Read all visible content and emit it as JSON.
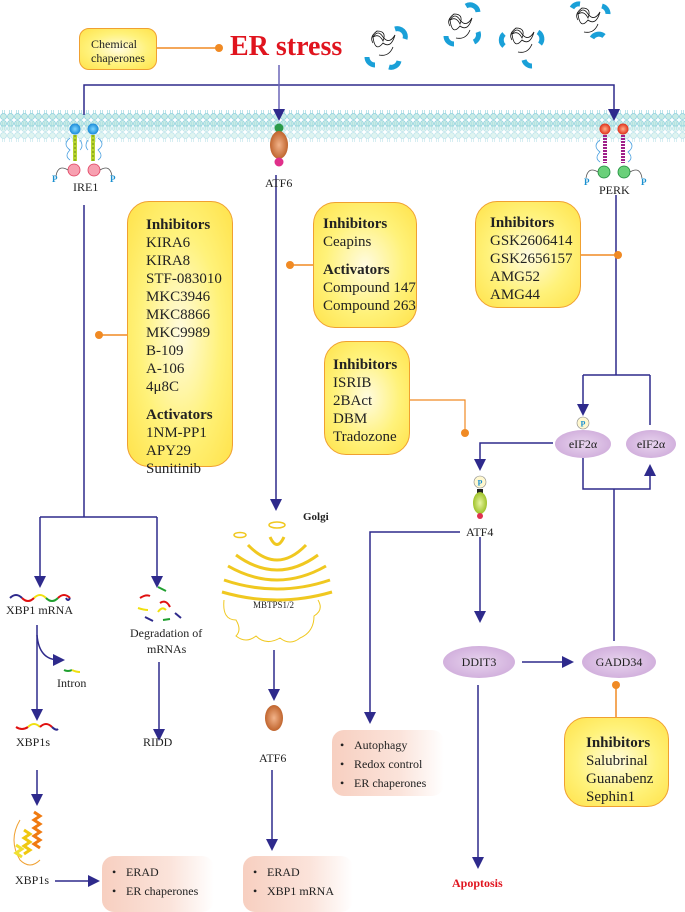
{
  "title": "ER stress",
  "chemical_chaperones": {
    "line1": "Chemical",
    "line2": "chaperones"
  },
  "receptors": {
    "ire1": "IRE1",
    "atf6": "ATF6",
    "perk": "PERK",
    "phospho": "P"
  },
  "ire1_box": {
    "inhibitors_heading": "Inhibitors",
    "inhibitors": [
      "KIRA6",
      "KIRA8",
      "STF-083010",
      "MKC3946",
      "MKC8866",
      "MKC9989",
      "B-109",
      "A-106",
      "4μ8C"
    ],
    "activators_heading": "Activators",
    "activators": [
      "1NM-PP1",
      "APY29",
      "Sunitinib"
    ]
  },
  "atf6_box": {
    "inhibitors_heading": "Inhibitors",
    "inhibitors": [
      "Ceapins"
    ],
    "activators_heading": "Activators",
    "activators": [
      "Compound 147",
      "Compound 263"
    ]
  },
  "perk_box": {
    "inhibitors_heading": "Inhibitors",
    "inhibitors": [
      "GSK2606414",
      "GSK2656157",
      "AMG52",
      "AMG44"
    ]
  },
  "isr_box": {
    "inhibitors_heading": "Inhibitors",
    "inhibitors": [
      "ISRIB",
      "2BAct",
      "DBM",
      "Tradozone"
    ]
  },
  "gadd34_box": {
    "inhibitors_heading": "Inhibitors",
    "inhibitors": [
      "Salubrinal",
      "Guanabenz",
      "Sephin1"
    ]
  },
  "nodes": {
    "eif2a_p": "eIF2α",
    "eif2a": "eIF2α",
    "atf4": "ATF4",
    "ddit3": "DDIT3",
    "gadd34": "GADD34",
    "xbp1_mrna": "XBP1 mRNA",
    "intron": "Intron",
    "xbp1s": "XBP1s",
    "xbp1s_protein": "XBP1s",
    "degradation_line1": "Degradation of",
    "degradation_line2": "mRNAs",
    "ridd": "RIDD",
    "golgi": "Golgi",
    "mbtps": "MBTPS1/2",
    "atf6_cleaved": "ATF6",
    "apoptosis": "Apoptosis"
  },
  "outcomes": {
    "xbp1s": [
      "ERAD",
      "ER chaperones"
    ],
    "atf6": [
      "ERAD",
      "XBP1 mRNA"
    ],
    "atf4": [
      "Autophagy",
      "Redox control",
      "ER chaperones"
    ]
  },
  "colors": {
    "pathway_line": "#2e2a8c",
    "inhibit_line": "#f08a24",
    "er_stress": "#e0141e",
    "apoptosis": "#e0141e",
    "membrane": "#a8e0ea"
  }
}
